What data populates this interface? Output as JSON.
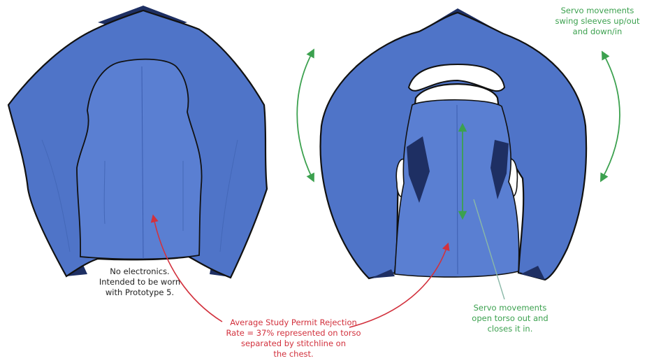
{
  "colors": {
    "garment_fill": "#4f74c8",
    "garment_shadow": "#1e2f63",
    "outline": "#111111",
    "annotation_red": "#d2313d",
    "annotation_green": "#3ca14f",
    "annotation_teal": "#8ab8a8",
    "text_dark": "#1f1f1f"
  },
  "annotations": {
    "no_electronics": "No electronics.\nIntended to be worn\nwith Prototype 5.",
    "rejection_rate": "Average Study Permit Rejection\nRate = 37% represented on torso\nseparated by stitchline on\nthe chest.",
    "torso_servo": "Servo movements\nopen torso out and\ncloses it in.",
    "sleeve_servo": "Servo movements\nswing sleeves up/out\nand down/in"
  }
}
